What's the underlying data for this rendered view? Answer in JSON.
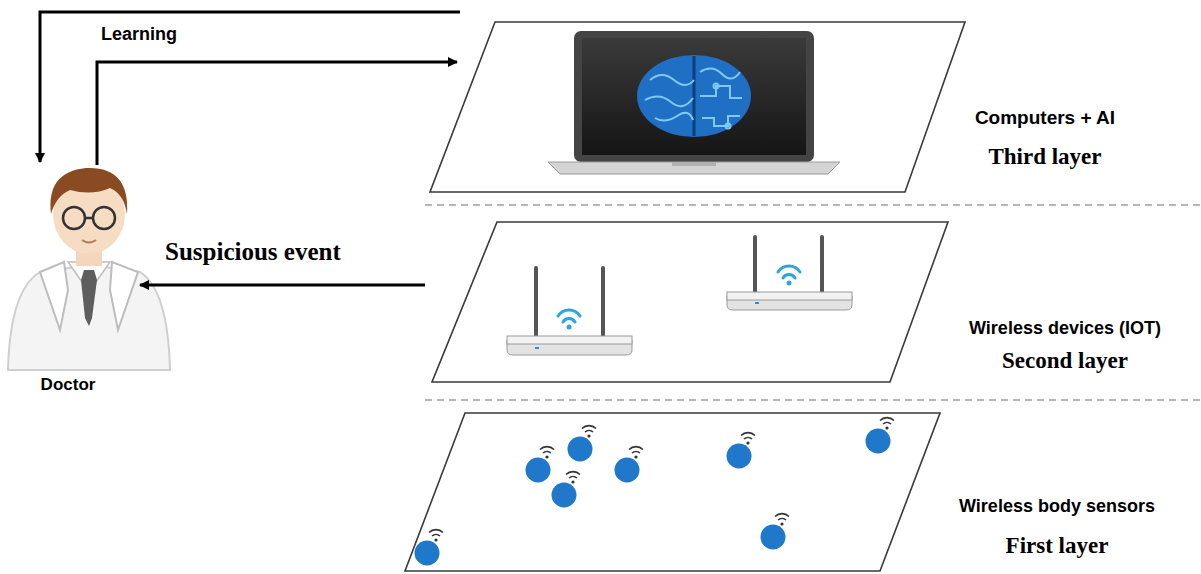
{
  "diagram": {
    "nodes": [
      {
        "text": [
          "Computers + AI",
          "Third layer"
        ]
      },
      {
        "text": [
          "Wireless devices (IOT)",
          "Second layer"
        ]
      },
      {
        "text": [
          "Wireless body sensors",
          "First layer"
        ]
      },
      {
        "text": [
          "Doctor"
        ]
      }
    ],
    "edges": [
      {
        "from": 0,
        "to": 3,
        "arrow": "to"
      },
      {
        "from": 3,
        "to": 0,
        "label": "Learning",
        "arrow": "to"
      },
      {
        "from": 1,
        "to": 3,
        "label": "Suspicious event",
        "arrow": "to"
      }
    ]
  }
}
